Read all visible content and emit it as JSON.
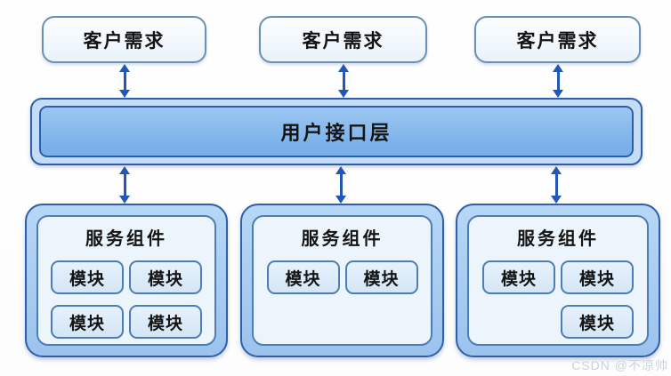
{
  "top_boxes": [
    "客户需求",
    "客户需求",
    "客户需求"
  ],
  "interface_layer": "用户接口层",
  "service_components": [
    {
      "title": "服务组件",
      "modules": [
        "模块",
        "模块",
        "模块",
        "模块"
      ]
    },
    {
      "title": "服务组件",
      "modules": [
        "模块",
        "模块"
      ]
    },
    {
      "title": "服务组件",
      "modules": [
        "模块",
        "模块",
        "模块"
      ]
    }
  ],
  "watermark": "CSDN @不凉帅",
  "colors": {
    "arrow": "#2257b8",
    "border_dark": "#2f5fa9",
    "bar_inner_bot": "#79b0e9",
    "container_top": "#b7d7f5",
    "inner_fill": "#edf5fc",
    "module_bot": "#d3e6f7",
    "watermark": "#c9d2dc"
  }
}
